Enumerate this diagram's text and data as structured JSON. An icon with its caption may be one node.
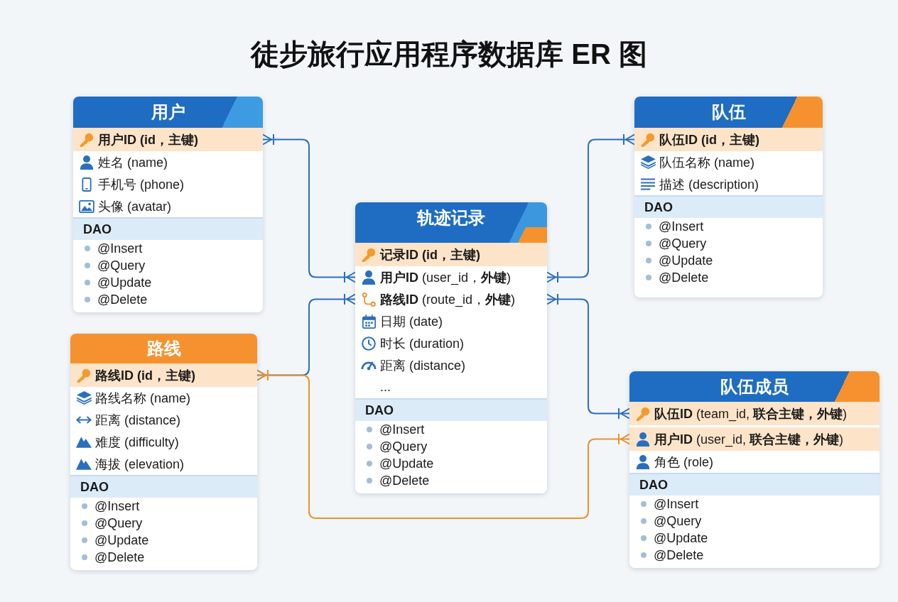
{
  "diagram": {
    "title": "徒步旅行应用程序数据库 ER 图",
    "nodes": [
      {
        "text": [
          "用户"
        ]
      },
      {
        "text": [
          "用户ID (id，主键)"
        ],
        "in": 0
      },
      {
        "text": [
          "姓名 (name)"
        ],
        "in": 0
      },
      {
        "text": [
          "手机号 (phone)"
        ],
        "in": 0
      },
      {
        "text": [
          "头像 (avatar)"
        ],
        "in": 0
      },
      {
        "text": [
          "DAO",
          "@Insert",
          "@Query",
          "@Update",
          "@Delete"
        ],
        "in": 0
      },
      {
        "text": [
          "队伍"
        ]
      },
      {
        "text": [
          "队伍ID (id，主键)"
        ],
        "in": 6
      },
      {
        "text": [
          "队伍名称 (name)"
        ],
        "in": 6
      },
      {
        "text": [
          "描述 (description)"
        ],
        "in": 6
      },
      {
        "text": [
          "DAO",
          "@Insert",
          "@Query",
          "@Update",
          "@Delete"
        ],
        "in": 6
      },
      {
        "text": [
          "轨迹记录"
        ]
      },
      {
        "text": [
          "记录ID (id，主键)"
        ],
        "in": 11
      },
      {
        "text": [
          "**用户ID** (user_id，**外键**)"
        ],
        "in": 11
      },
      {
        "text": [
          "**路线ID** (route_id，**外键**)"
        ],
        "in": 11
      },
      {
        "text": [
          "日期 (date)"
        ],
        "in": 11
      },
      {
        "text": [
          "时长 (duration)"
        ],
        "in": 11
      },
      {
        "text": [
          "距离 (distance)"
        ],
        "in": 11
      },
      {
        "text": [
          "..."
        ],
        "in": 11
      },
      {
        "text": [
          "DAO",
          "@Insert",
          "@Query",
          "@Update",
          "@Delete"
        ],
        "in": 11
      },
      {
        "text": [
          "路线"
        ]
      },
      {
        "text": [
          "路线ID (id，主键)"
        ],
        "in": 20
      },
      {
        "text": [
          "路线名称 (name)"
        ],
        "in": 20
      },
      {
        "text": [
          "距离 (distance)"
        ],
        "in": 20
      },
      {
        "text": [
          "难度 (difficulty)"
        ],
        "in": 20
      },
      {
        "text": [
          "海拔 (elevation)"
        ],
        "in": 20
      },
      {
        "text": [
          "DAO",
          "@Insert",
          "@Query",
          "@Update",
          "@Delete"
        ],
        "in": 20
      },
      {
        "text": [
          "队伍成员"
        ]
      },
      {
        "text": [
          "**队伍ID** (team_id, **联合主键，外键**)"
        ],
        "in": 27
      },
      {
        "text": [
          "**用户ID** (user_id, **联合主键，外键**)"
        ],
        "in": 27
      },
      {
        "text": [
          "角色 (role)"
        ],
        "in": 27
      },
      {
        "text": [
          "DAO",
          "@Insert",
          "@Query",
          "@Update",
          "@Delete"
        ],
        "in": 27
      }
    ],
    "edges": [
      {
        "from": 1,
        "to": 13,
        "arrow": "other"
      },
      {
        "from": 21,
        "to": 14,
        "arrow": "other"
      },
      {
        "from": 13,
        "to": 7,
        "arrow": "other"
      },
      {
        "from": 14,
        "to": 28,
        "arrow": "other"
      },
      {
        "from": 21,
        "to": 29,
        "arrow": "other",
        "color": "#f0902a"
      }
    ]
  }
}
